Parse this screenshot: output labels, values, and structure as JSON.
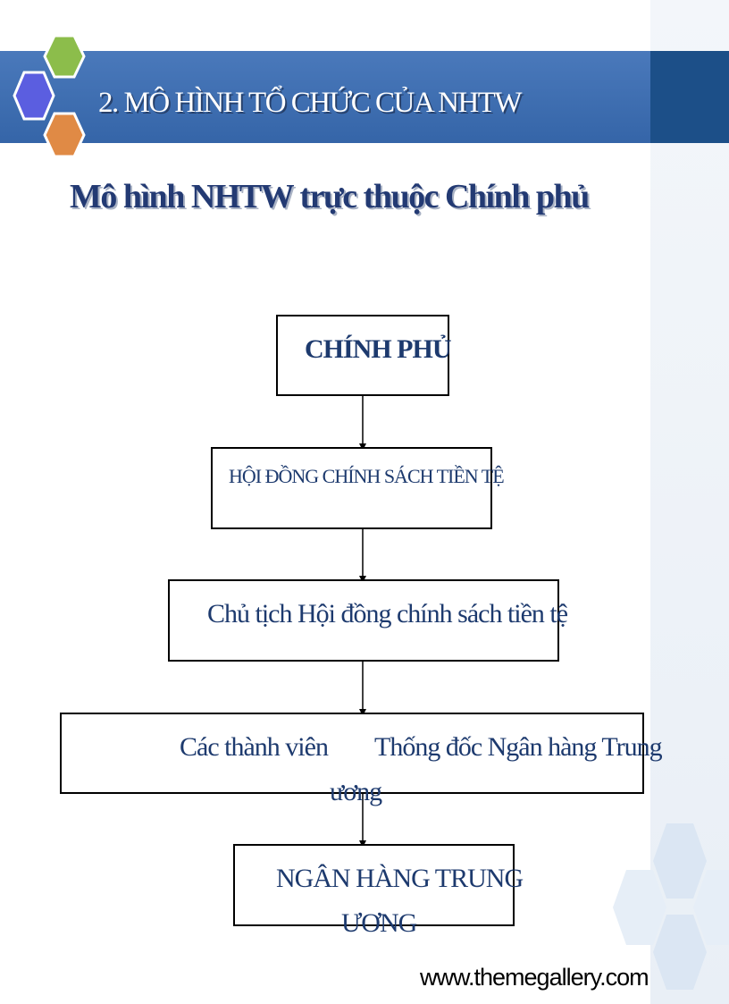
{
  "header": {
    "title": "2. MÔ HÌNH TỔ CHỨC CỦA NHTW"
  },
  "subtitle": "Mô hình NHTW trực thuộc Chính phủ",
  "diagram": {
    "nodes": {
      "government": "CHÍNH PHỦ",
      "monetary_council": "HỘI ĐỒNG CHÍNH SÁCH TIỀN TỆ",
      "council_chair": "Chủ tịch Hội đồng chính sách tiền tệ",
      "members": "Các thành viên",
      "governor_line1": "Thống đốc Ngân hàng Trung",
      "governor_line2": "ương",
      "central_bank_line1": "NGÂN HÀNG TRUNG",
      "central_bank_line2": "ƯƠNG"
    }
  },
  "footer": {
    "url": "www.themegallery.com"
  },
  "colors": {
    "title_bar": "#3d6fb3",
    "title_bar_end": "#1c4f88",
    "node_text": "#1d3a6e",
    "subtitle_text": "#233a73",
    "hex_green": "#8cbd4b",
    "hex_blue": "#5b5ee0",
    "hex_orange": "#e08a45"
  }
}
